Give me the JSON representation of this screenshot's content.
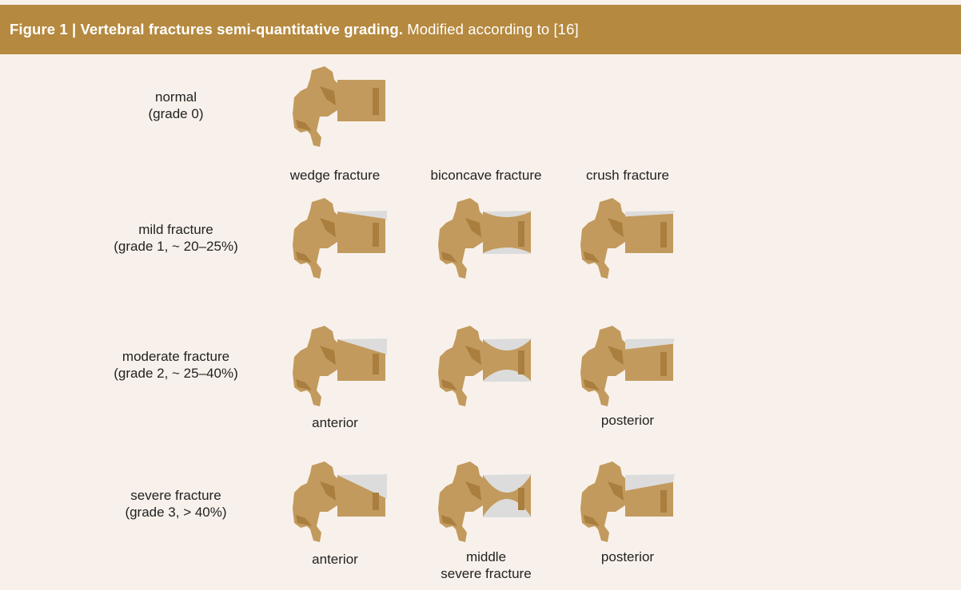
{
  "header": {
    "figure_label": "Figure 1 | Vertebral fractures semi-quantitative grading.",
    "subtitle": " Modified according to [16]"
  },
  "rows": [
    {
      "line1": "normal",
      "line2": "(grade 0)"
    },
    {
      "line1": "mild fracture",
      "line2": "(grade 1, ~ 20–25%)"
    },
    {
      "line1": "moderate fracture",
      "line2": "(grade 2, ~ 25–40%)"
    },
    {
      "line1": "severe fracture",
      "line2": "(grade 3, > 40%)"
    }
  ],
  "columns": [
    "wedge fracture",
    "biconcave fracture",
    "crush fracture"
  ],
  "sublabels": {
    "moderate_wedge": "anterior",
    "moderate_crush": "posterior",
    "severe_wedge": "anterior",
    "severe_biconcave_line1": "middle",
    "severe_biconcave_line2": "severe fracture",
    "severe_crush": "posterior"
  },
  "colors": {
    "header": "#b5893f",
    "background": "#f8f1eb",
    "bone": "#c29a5d",
    "bone_dark": "#a97e3e",
    "fracture": "#dcdcdc"
  }
}
